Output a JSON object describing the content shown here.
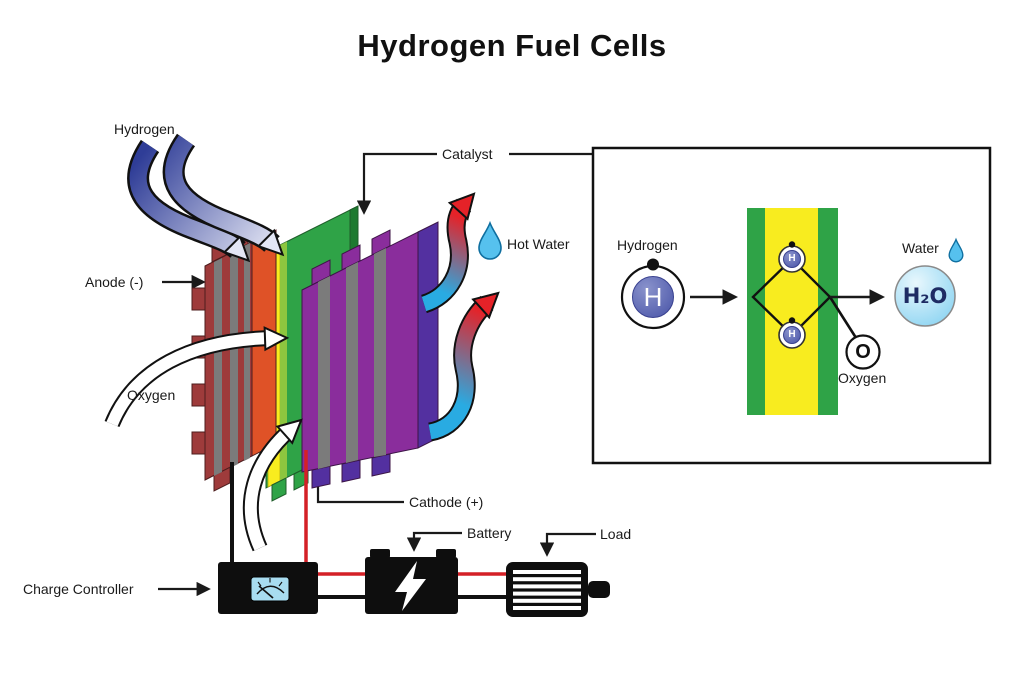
{
  "title": "Hydrogen Fuel Cells",
  "main_diagram": {
    "labels": {
      "hydrogen": "Hydrogen",
      "anode": "Anode (-)",
      "oxygen": "Oxygen",
      "catalyst": "Catalyst",
      "hot_water": "Hot Water",
      "cathode": "Cathode (+)"
    },
    "icons": {
      "hot_water_drop": "droplet-icon",
      "hydrogen_flow": "curved-arrow-icon",
      "oxygen_flow": "curved-arrow-icon",
      "hot_water_flow": "curved-arrow-icon"
    }
  },
  "inset_diagram": {
    "labels": {
      "hydrogen": "Hydrogen",
      "water": "Water",
      "oxygen": "Oxygen"
    },
    "atoms": {
      "hydrogen_symbol": "H",
      "hydrogen_ion_symbol": "H",
      "oxygen_symbol": "O",
      "water_formula": "H₂O"
    },
    "icons": {
      "water_drop": "droplet-icon"
    }
  },
  "circuit": {
    "labels": {
      "charge_controller": "Charge Controller",
      "battery": "Battery",
      "load": "Load"
    }
  },
  "colors": {
    "ink": "#1a1a1a",
    "anode-front": "#9E3B3B",
    "anode-side": "#DF5227",
    "plate-groove": "#7B7B7B",
    "membrane-green": "#2FA347",
    "membrane-green-dark": "#1E7A30",
    "membrane-yellow": "#F8EC1F",
    "membrane-yellowgreen": "#8DC63F",
    "cathode-front": "#8A2D9C",
    "cathode-side": "#5330A0",
    "hydrogen-arrow-dark": "#2F3D97",
    "hydrogen-arrow-light": "#E9EBF7",
    "water-cold": "#29ABE2",
    "water-hot": "#E52228",
    "wire-red": "#D42027",
    "device-black": "#0E0E0E",
    "atom-blue": "#4A55A8",
    "h2o-text": "#1E2B63",
    "meter-blue": "#A8DCF0",
    "drop-blue": "#56C1EE"
  }
}
